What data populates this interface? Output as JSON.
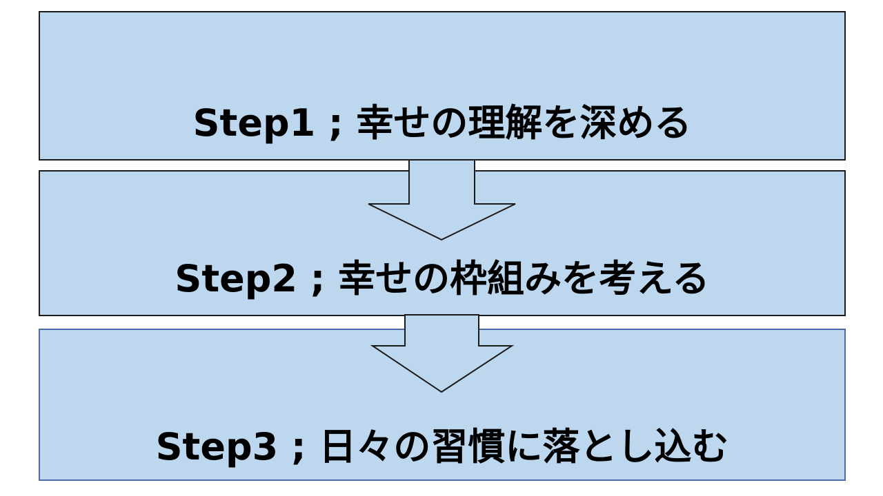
{
  "colors": {
    "box_fill": "#bdd7ee",
    "box_stroke": "#1a1a1a",
    "box3_stroke": "#4b6aa8",
    "arrow_fill": "#bdd7ee",
    "arrow_stroke": "#1a1a1a",
    "text": "#000000"
  },
  "steps": [
    {
      "label": "Step1 ; 幸せの理解を深める"
    },
    {
      "label": "Step2 ; 幸せの枠組みを考える"
    },
    {
      "label": "Step3 ; 日々の習慣に落とし込む"
    }
  ],
  "connectors": [
    {
      "from": "Step1",
      "to": "Step2",
      "icon": "down-arrow"
    },
    {
      "from": "Step2",
      "to": "Step3",
      "icon": "down-arrow"
    }
  ]
}
